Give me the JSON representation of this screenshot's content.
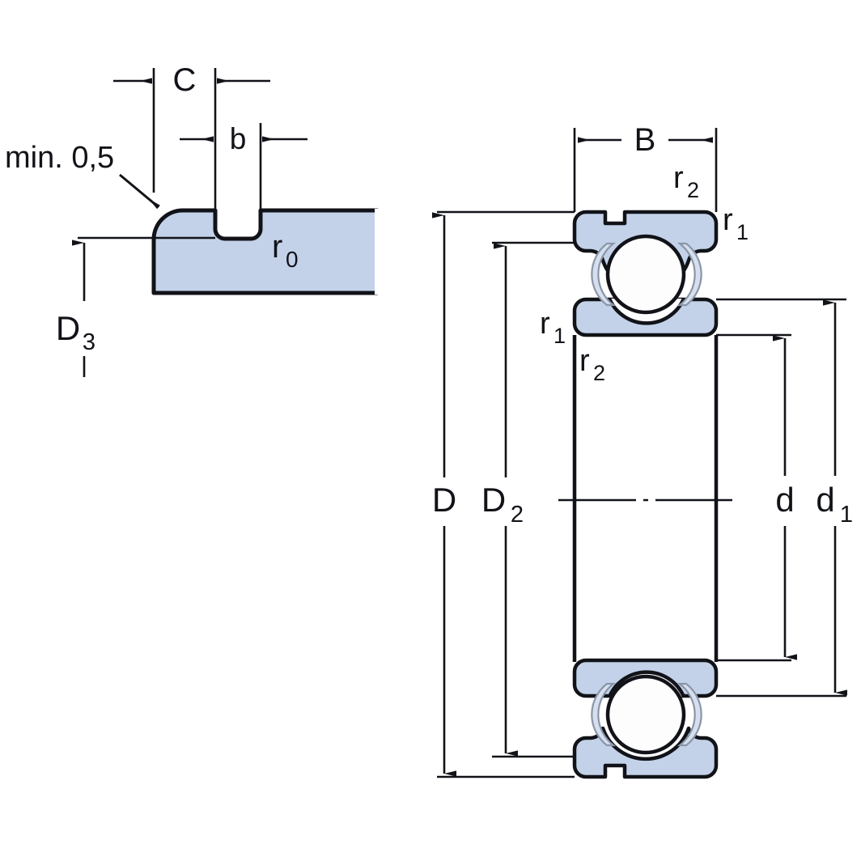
{
  "drawing": {
    "title": "Deep groove ball bearing with snap ring groove - sectional drawing",
    "colors": {
      "section_fill": "#c3d2e9",
      "line": "#111318",
      "ball_fill": "#fdfdfd",
      "cage_fill": "#d6dfee",
      "background": "#ffffff"
    }
  },
  "left_view": {
    "name": "snap-ring-groove-detail",
    "labels": {
      "c": "C",
      "b": "b",
      "min_chamfer": "min. 0,5",
      "r0": "r",
      "r0_sub": "0",
      "d3": "D",
      "d3_sub": "3"
    }
  },
  "right_view": {
    "name": "bearing-cross-section",
    "labels": {
      "b_width": "B",
      "r1_top_right": "r",
      "r1_top_right_sub": "1",
      "r2_top_right": "r",
      "r2_top_right_sub": "2",
      "r1_left": "r",
      "r1_left_sub": "1",
      "r2_left": "r",
      "r2_left_sub": "2",
      "D": "D",
      "D2": "D",
      "D2_sub": "2",
      "d": "d",
      "d1": "d",
      "d1_sub": "1"
    }
  },
  "dimension_list": [
    {
      "symbol": "C",
      "sub": "",
      "view": "left",
      "kind": "axial-width"
    },
    {
      "symbol": "b",
      "sub": "",
      "view": "left",
      "kind": "groove-width"
    },
    {
      "symbol": "min. 0,5",
      "sub": "",
      "view": "left",
      "kind": "chamfer-note"
    },
    {
      "symbol": "r",
      "sub": "0",
      "view": "left",
      "kind": "groove-radius"
    },
    {
      "symbol": "D",
      "sub": "3",
      "view": "left",
      "kind": "groove-diameter"
    },
    {
      "symbol": "B",
      "sub": "",
      "view": "right",
      "kind": "bearing-width"
    },
    {
      "symbol": "D",
      "sub": "",
      "view": "right",
      "kind": "outside-diameter"
    },
    {
      "symbol": "D",
      "sub": "2",
      "view": "right",
      "kind": "outer-raceway-diameter"
    },
    {
      "symbol": "d",
      "sub": "",
      "view": "right",
      "kind": "bore-diameter"
    },
    {
      "symbol": "d",
      "sub": "1",
      "view": "right",
      "kind": "inner-shoulder-diameter"
    },
    {
      "symbol": "r",
      "sub": "1",
      "view": "right",
      "kind": "chamfer-radius"
    },
    {
      "symbol": "r",
      "sub": "2",
      "view": "right",
      "kind": "chamfer-radius"
    }
  ]
}
